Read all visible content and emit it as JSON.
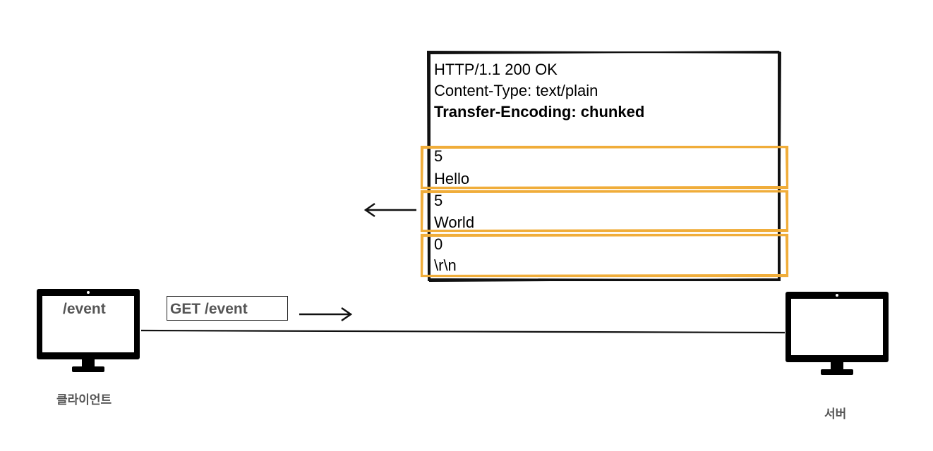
{
  "client": {
    "label": "클라이언트",
    "screen_text": "/event"
  },
  "server": {
    "label": "서버"
  },
  "request": {
    "text": "GET /event"
  },
  "response": {
    "status_line": "HTTP/1.1 200 OK",
    "headers": [
      "Content-Type: text/plain",
      "Transfer-Encoding: chunked"
    ],
    "chunks": [
      {
        "size": "5",
        "data": "Hello"
      },
      {
        "size": "5",
        "data": "World"
      },
      {
        "size": "0",
        "data": "\\r\\n"
      }
    ]
  },
  "colors": {
    "chunk_border": "#f0ad3a",
    "box_border": "#111111",
    "label_text": "#555555"
  }
}
